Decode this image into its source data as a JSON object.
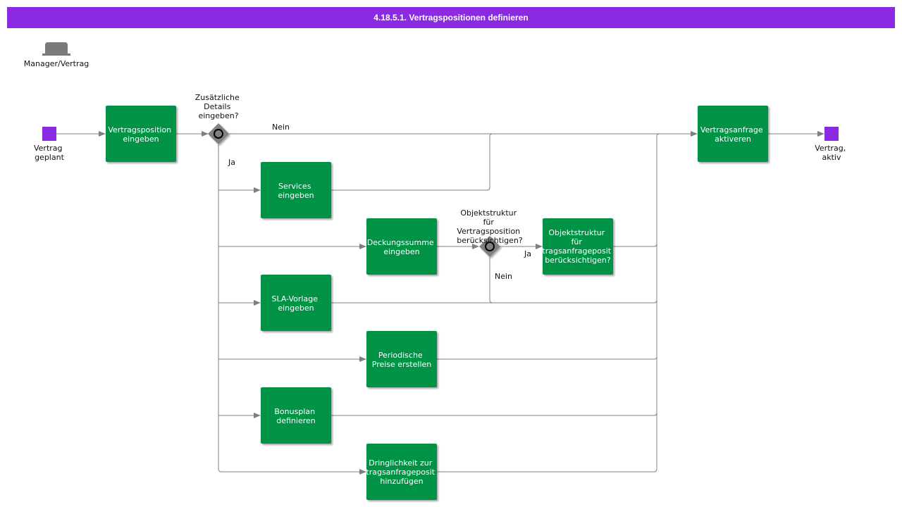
{
  "header": {
    "title": "4.18.5.1. Vertragspositionen definieren"
  },
  "colors": {
    "title_bar": "#8a2be2",
    "task": "#009245",
    "event": "#8a2be2",
    "gateway": "#808080",
    "connector": "#808080"
  },
  "role": {
    "label": "Manager/Vertrag",
    "icon": "role-hat-icon"
  },
  "events": {
    "start": {
      "label_lines": [
        "Vertrag",
        "geplant"
      ]
    },
    "end": {
      "label_lines": [
        "Vertrag,",
        "aktiv"
      ]
    }
  },
  "tasks": {
    "t1": {
      "lines": [
        "Vertragsposition",
        "eingeben"
      ]
    },
    "t2": {
      "lines": [
        "Services",
        "eingeben"
      ]
    },
    "t3": {
      "lines": [
        "Deckungssumme",
        "eingeben"
      ]
    },
    "t4": {
      "lines": [
        "Objektstruktur",
        "für",
        "tragsanfrageposit",
        "berücksichtigen?"
      ]
    },
    "t5": {
      "lines": [
        "SLA-Vorlage",
        "eingeben"
      ]
    },
    "t6": {
      "lines": [
        "Periodische",
        "Preise erstellen"
      ]
    },
    "t7": {
      "lines": [
        "Bonusplan",
        "definieren"
      ]
    },
    "t8": {
      "lines": [
        "Dringlichkeit zur",
        "tragsanfrageposit",
        "hinzufügen"
      ]
    },
    "t9": {
      "lines": [
        "Vertragsanfrage",
        "aktiveren"
      ]
    }
  },
  "gateways": {
    "g1": {
      "question_lines": [
        "Zusätzliche",
        "Details",
        "eingeben?"
      ]
    },
    "g2": {
      "question_lines": [
        "Objektstruktur",
        "für",
        "Vertragsposition",
        "berücksichtigen?"
      ]
    }
  },
  "flow_labels": {
    "nein_1": "Nein",
    "ja_1": "Ja",
    "ja_2": "Ja",
    "nein_2": "Nein"
  }
}
